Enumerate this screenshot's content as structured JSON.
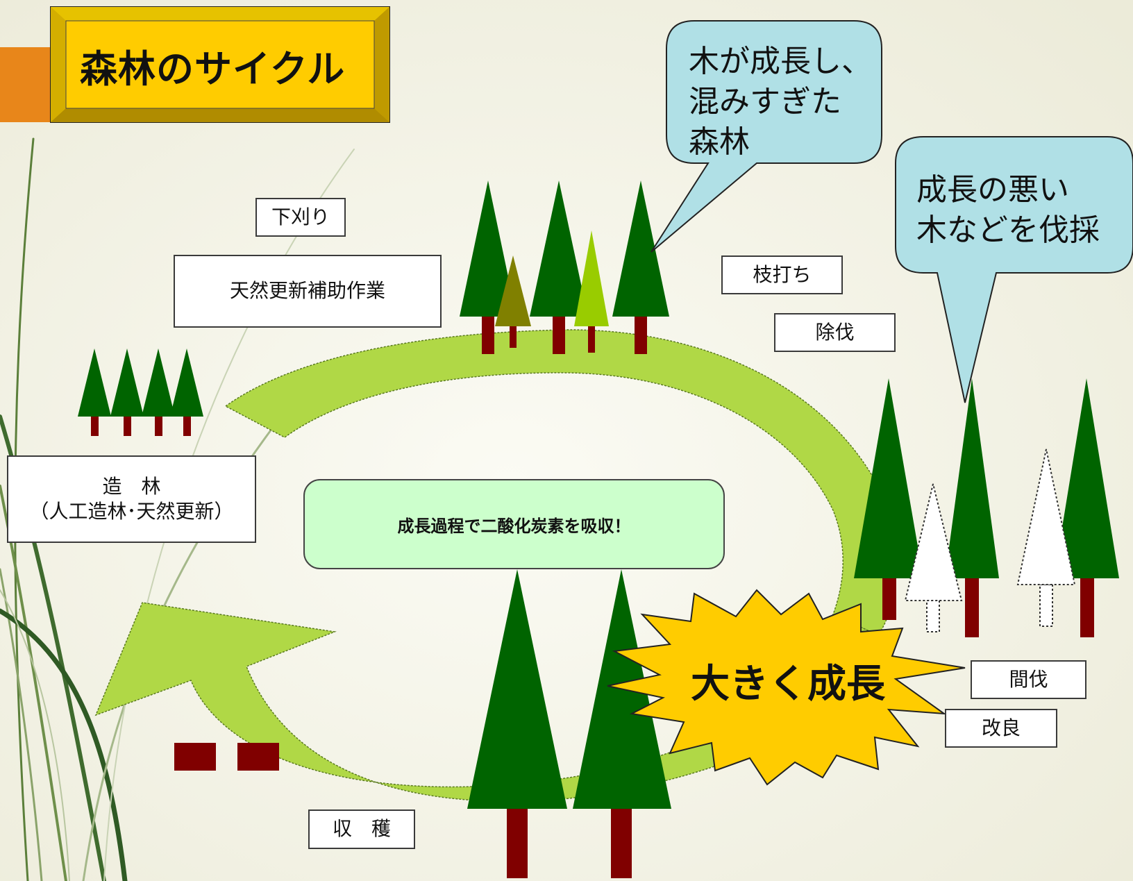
{
  "title": "森林のサイクル",
  "bubbles": {
    "overgrown": "木が成長し、\n混みすぎた\n森林",
    "poor_growth": "成長の悪い\n木などを伐採"
  },
  "labels": {
    "weeding": "下刈り",
    "natural_regen": "天然更新補助作業",
    "pruning": "枝打ち",
    "cleaning": "除伐",
    "planting_line1": "造　林",
    "planting_line2": "（人工造林･天然更新）",
    "thinning": "間伐",
    "improvement": "改良",
    "harvest": "収　穫"
  },
  "center_note": "成長過程で二酸化炭素を吸収！",
  "burst": "大きく成長",
  "colors": {
    "dark_green": "#006400",
    "trunk": "#800000",
    "arrow_green": "#b0d846",
    "olive": "#808000",
    "light_green": "#99cc00",
    "title_gold": "#ffcc00",
    "bubble_blue": "#b0e0e6",
    "burst_yellow": "#ffcc00",
    "note_green": "#ccffcc",
    "side_orange": "#e8861a"
  }
}
